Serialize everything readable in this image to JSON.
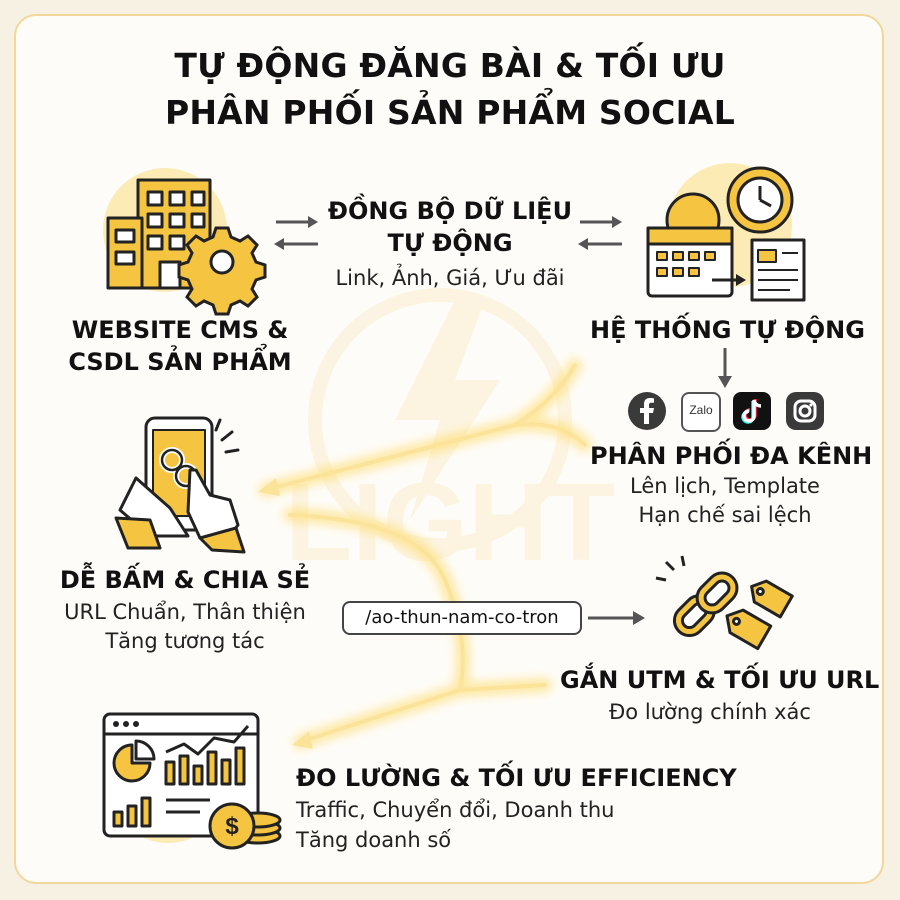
{
  "title": {
    "line1": "TỰ ĐỘNG ĐĂNG BÀI & TỐI ƯU",
    "line2": "PHÂN PHỐI SẢN PHẨM SOCIAL"
  },
  "sync": {
    "heading_line1": "ĐỒNG BỘ DỮ LIỆU",
    "heading_line2": "TỰ ĐỘNG",
    "subtitle": "Link, Ảnh, Giá, Ưu đãi"
  },
  "website": {
    "heading_line1": "WEBSITE CMS &",
    "heading_line2": "CSDL SẢN PHẨM"
  },
  "system": {
    "heading": "HỆ THỐNG TỰ ĐỘNG"
  },
  "distribution": {
    "heading": "PHÂN PHỐI ĐA KÊNH",
    "line1": "Lên lịch, Template",
    "line2": "Hạn chế sai lệch",
    "channels": [
      {
        "name": "facebook-icon",
        "color": "#3a3a3a"
      },
      {
        "name": "zalo-icon",
        "label": "Zalo",
        "color": "#ffffff"
      },
      {
        "name": "tiktok-icon",
        "color": "#111111"
      },
      {
        "name": "instagram-icon",
        "color": "#3a3a3a"
      }
    ]
  },
  "share": {
    "heading": "DỄ BẤM & CHIA SẺ",
    "line1": "URL Chuẩn, Thân thiện",
    "line2": "Tăng tương tác"
  },
  "url_example": "/ao-thun-nam-co-tron",
  "utm": {
    "heading": "GẮN UTM & TỐI ƯU URL",
    "subtitle": "Đo lường chính xác"
  },
  "measure": {
    "heading": "ĐO LƯỜNG & TỐI ƯU EFFICIENCY",
    "line1": "Traffic, Chuyển đổi, Doanh thu",
    "line2": "Tăng doanh số"
  },
  "watermark": "LIGHT",
  "colors": {
    "accent": "#f5c542",
    "accent_light": "#fcebb5",
    "outline": "#222222",
    "card_border": "#f1d79a"
  }
}
